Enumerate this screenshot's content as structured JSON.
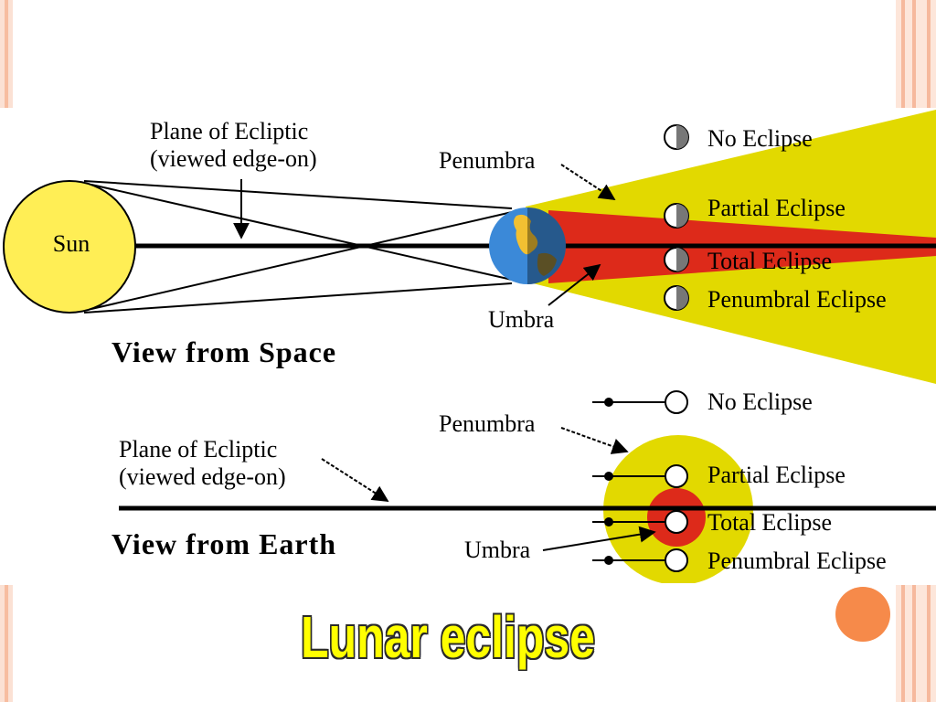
{
  "title": "Lunar eclipse",
  "colors": {
    "accent_orange": "#f68a4a",
    "stripe_peach": "#f9c9b2",
    "sun": "#ffee55",
    "penumbra": "#e2d900",
    "umbra": "#dd2a1a",
    "title_yellow": "#ffff00"
  },
  "space_view": {
    "heading": "View from Space",
    "sun_label": "Sun",
    "ecliptic_label_1": "Plane of Ecliptic",
    "ecliptic_label_2": "(viewed edge-on)",
    "penumbra_label": "Penumbra",
    "umbra_label": "Umbra",
    "moon_positions": [
      "No Eclipse",
      "Partial Eclipse",
      "Total Eclipse",
      "Penumbral Eclipse"
    ]
  },
  "earth_view": {
    "heading": "View from Earth",
    "ecliptic_label_1": "Plane of Ecliptic",
    "ecliptic_label_2": "(viewed edge-on)",
    "penumbra_label": "Penumbra",
    "umbra_label": "Umbra",
    "moon_positions": [
      "No Eclipse",
      "Partial Eclipse",
      "Total Eclipse",
      "Penumbral Eclipse"
    ]
  }
}
